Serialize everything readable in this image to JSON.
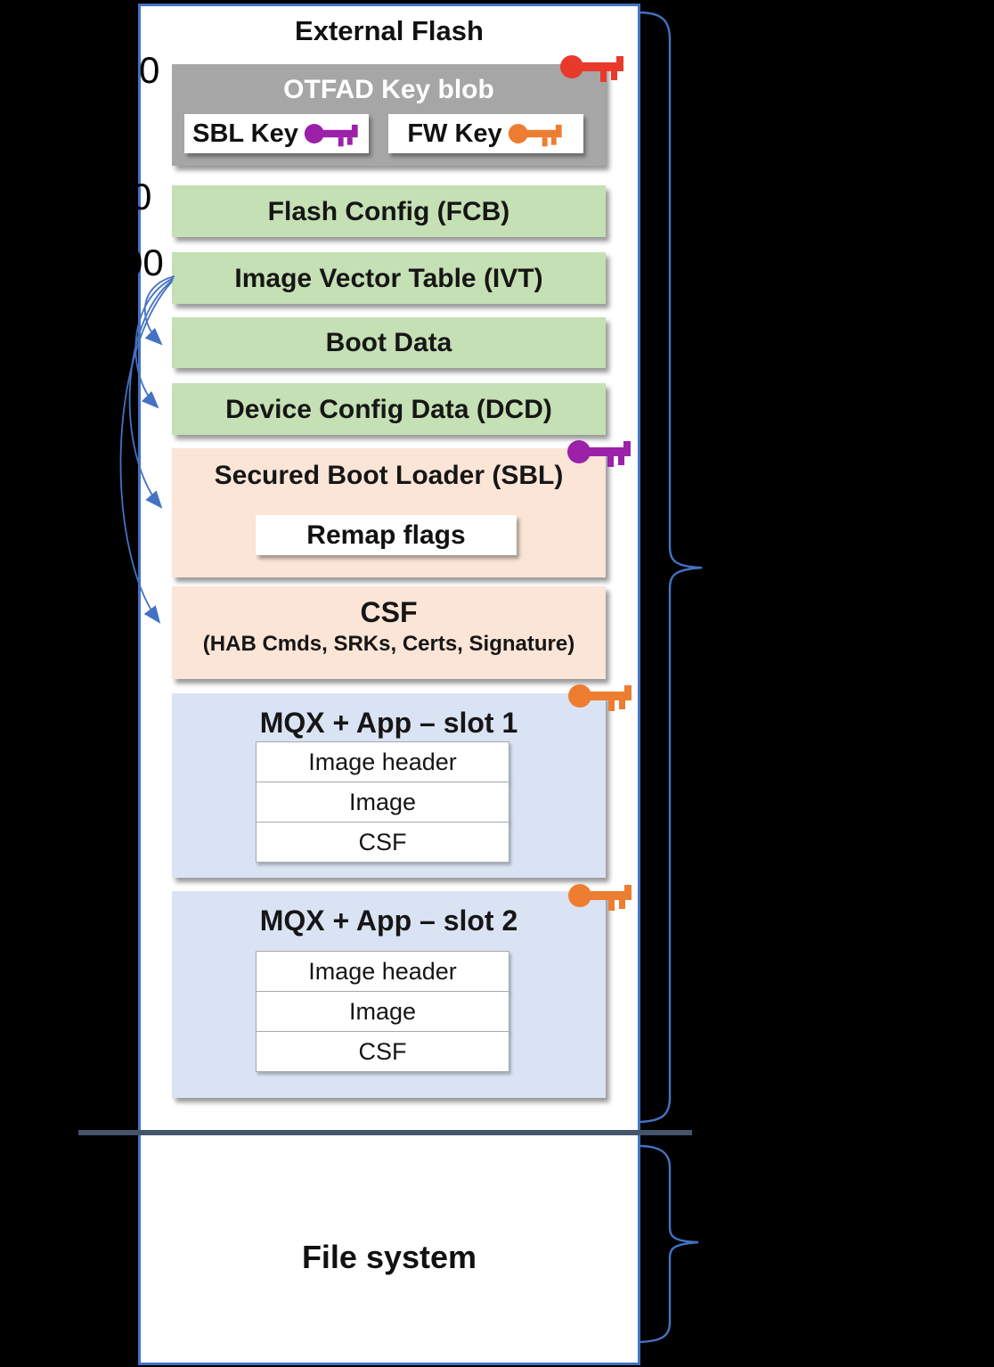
{
  "panel": {
    "title": "External Flash",
    "footer_section": "File system"
  },
  "address_labels": [
    {
      "text": "0"
    },
    {
      "text": "0"
    },
    {
      "text": "00"
    }
  ],
  "otfad": {
    "label": "OTFAD Key blob",
    "sbl_key_label": "SBL Key",
    "fw_key_label": "FW Key"
  },
  "blocks": {
    "fcb": "Flash Config (FCB)",
    "ivt": "Image Vector Table (IVT)",
    "boot_data": "Boot Data",
    "dcd": "Device Config Data (DCD)",
    "sbl": "Secured Boot Loader (SBL)",
    "remap": "Remap flags",
    "csf_title": "CSF",
    "csf_sub": "(HAB Cmds, SRKs, Certs, Signature)",
    "slot1": "MQX + App – slot 1",
    "slot2": "MQX + App – slot 2",
    "rows": [
      "Image header",
      "Image",
      "CSF"
    ]
  },
  "icons": {
    "red_key": "red-key",
    "purple_key": "purple-key",
    "orange_key": "orange-key"
  },
  "colors": {
    "background": "#000000",
    "panel_border_blue": "#4472c4",
    "divider_slate": "#44546a",
    "gray_box": "#a6a6a6",
    "green_box": "#c5e0b4",
    "peach_box": "#fbe5d6",
    "light_blue_box": "#dae3f3",
    "red_key": "#e8392b",
    "purple_key": "#9c20a8",
    "orange_key": "#ed7d31"
  }
}
